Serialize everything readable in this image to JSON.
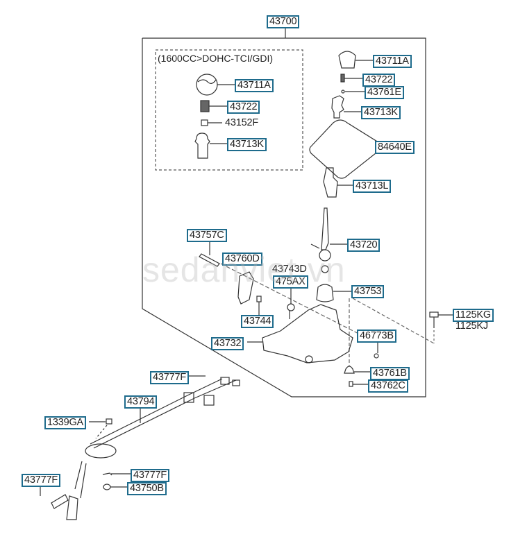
{
  "diagram": {
    "assembly_label": "43700",
    "variant_note": "(1600CC>DOHC-TCI/GDI)",
    "watermark": "sedanviet.vn",
    "label_border_color": "#1e6b8c",
    "parts": {
      "p43711A_var": "43711A",
      "p43722_var": "43722",
      "p43152F": "43152F",
      "p43713K_var": "43713K",
      "p43711A": "43711A",
      "p43722": "43722",
      "p43761E": "43761E",
      "p43713K": "43713K",
      "p84640E": "84640E",
      "p43713L": "43713L",
      "p43757C": "43757C",
      "p43720": "43720",
      "p43760D": "43760D",
      "p43743D": "43743D",
      "p475AX": "475AX",
      "p43753": "43753",
      "p43744": "43744",
      "p1125KG": "1125KG",
      "p1125KJ": "1125KJ",
      "p43732": "43732",
      "p46773B": "46773B",
      "p43761B": "43761B",
      "p43762C": "43762C",
      "p43777F_top": "43777F",
      "p43794": "43794",
      "p1339GA": "1339GA",
      "p43777F_mid": "43777F",
      "p43777F_left": "43777F",
      "p43750B": "43750B"
    }
  }
}
